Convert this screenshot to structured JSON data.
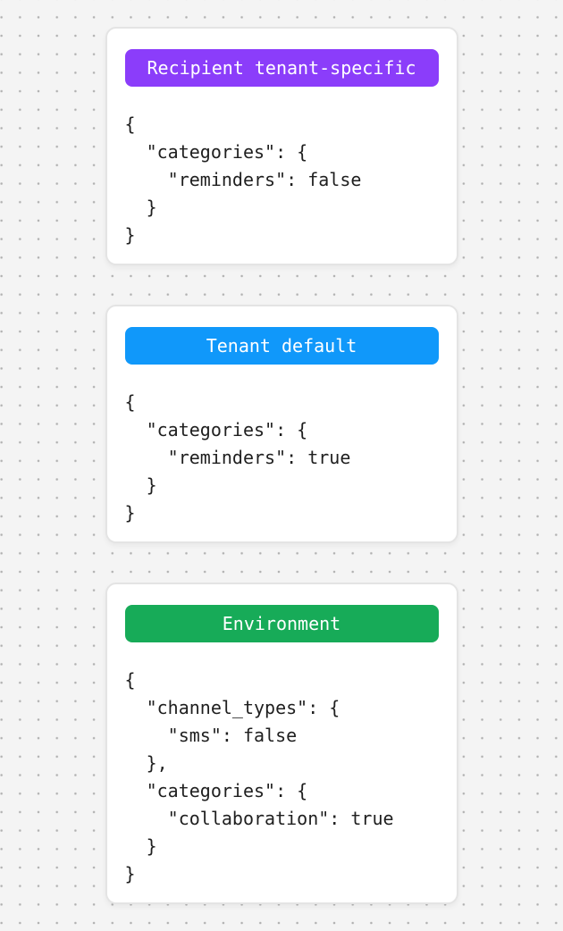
{
  "canvas": {
    "background_color": "#f4f4f4",
    "dot_color": "#b0b0b0"
  },
  "cards": [
    {
      "label": "Recipient tenant-specific",
      "badge_color": "#8b3dfa",
      "code": "{\n  \"categories\": {\n    \"reminders\": false\n  }\n}"
    },
    {
      "label": "Tenant default",
      "badge_color": "#1098fa",
      "code": "{\n  \"categories\": {\n    \"reminders\": true\n  }\n}"
    },
    {
      "label": "Environment",
      "badge_color": "#17ab58",
      "code": "{\n  \"channel_types\": {\n    \"sms\": false\n  },\n  \"categories\": {\n    \"collaboration\": true\n  }\n}"
    }
  ]
}
